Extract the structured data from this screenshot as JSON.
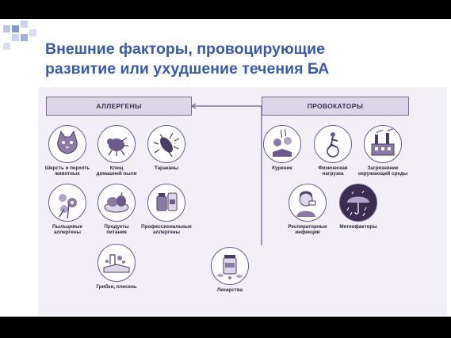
{
  "title": {
    "line1": "Внешние факторы, провоцирующие",
    "line2": "развитие или ухудшение течения БА"
  },
  "diagram": {
    "left_header": "АЛЛЕРГЕНЫ",
    "right_header": "ПРОВОКАТОРЫ",
    "allergens": [
      {
        "label": "Шерсть и перхоть\nживотных",
        "icon": "cat-icon"
      },
      {
        "label": "Клещ\nдомашней пыли",
        "icon": "mite-icon"
      },
      {
        "label": "Тараканы",
        "icon": "cockroach-icon"
      },
      {
        "label": "Пыльцевые\nаллергены",
        "icon": "pollen-icon"
      },
      {
        "label": "Продукты\nпитания",
        "icon": "food-icon"
      },
      {
        "label": "Профессиональные\nаллергены",
        "icon": "chemicals-icon"
      },
      {
        "label": "Грибки, плесень",
        "icon": "mold-icon"
      }
    ],
    "center": {
      "label": "Лекарства",
      "icon": "pills-icon"
    },
    "provocateurs": [
      {
        "label": "Курение",
        "icon": "smoking-icon"
      },
      {
        "label": "Физическая\nнагрузка",
        "icon": "bicycle-icon"
      },
      {
        "label": "Загрязнение\nокружающей среды",
        "icon": "factory-icon"
      },
      {
        "label": "Респираторные\nинфекции",
        "icon": "sick-person-icon"
      },
      {
        "label": "Метеофакторы",
        "icon": "umbrella-rain-icon"
      }
    ]
  },
  "colors": {
    "title": "#3a5ba8",
    "panel": "#f2eff6",
    "header_fill": "#ddd6e8",
    "stroke": "#6d5a8c",
    "deco_squares": [
      "#b7c7e6",
      "#7f98cf",
      "#c9d4ec"
    ]
  }
}
